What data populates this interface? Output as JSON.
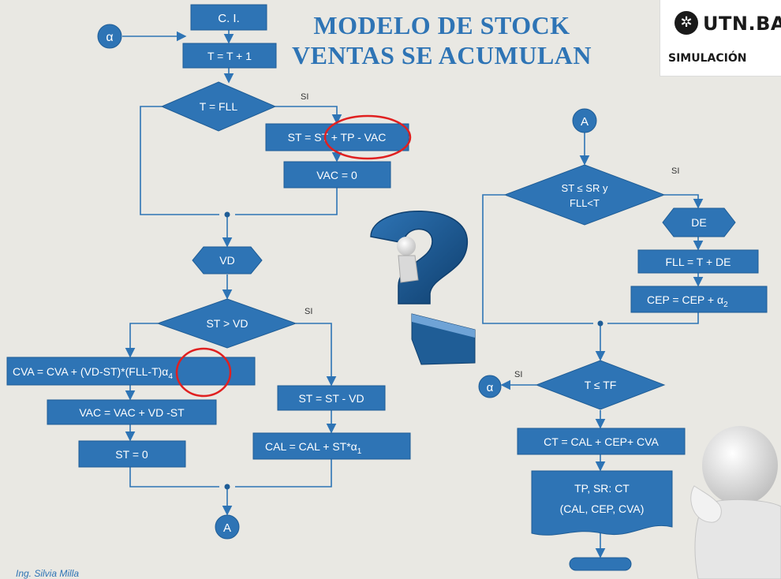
{
  "title": {
    "line1": "MODELO DE STOCK",
    "line2": "VENTAS SE ACUMULAN"
  },
  "logo": {
    "brand": "UTN.BA",
    "subtitle": "SIMULACIÓN"
  },
  "author": "Ing. Silvia Milla",
  "flow": {
    "start": "C. I.",
    "alpha": "α",
    "t_inc": "T = T + 1",
    "dec_t_fll": "T = FLL",
    "si": "SI",
    "st_update": "ST = ST + TP - VAC",
    "vac_zero": "VAC = 0",
    "vd": "VD",
    "dec_st_vd": "ST > VD",
    "cva": "CVA = CVA + (VD-ST)*(FLL-T)α",
    "cva_sub": "4",
    "vac_update": "VAC = VAC + VD -ST",
    "st_zero": "ST = 0",
    "st_minus": "ST = ST - VD",
    "cal": "CAL = CAL + ST*α",
    "cal_sub": "1",
    "connector_a": "A",
    "dec_sr_line1": "ST ≤ SR y",
    "dec_sr_line2": "FLL<T",
    "de": "DE",
    "fll_update": "FLL = T + DE",
    "cep": "CEP = CEP + α",
    "cep_sub": "2",
    "dec_tf": "T ≤ TF",
    "ct": "CT = CAL + CEP+ CVA",
    "result_line1": "TP, SR: CT",
    "result_line2": "(CAL, CEP, CVA)"
  },
  "colors": {
    "box": "#2e74b5",
    "box_dark": "#1f5d96",
    "line": "#2e74b5",
    "highlight": "#e02020",
    "title": "#2e74b5"
  }
}
